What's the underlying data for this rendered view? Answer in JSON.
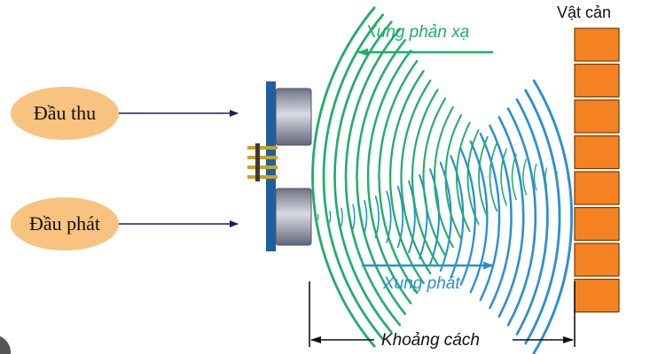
{
  "labels": {
    "receiver": "Đầu thu",
    "transmitter": "Đầu phát",
    "obstacle": "Vật cản",
    "reflected_wave": "Xung phản xạ",
    "emitted_wave": "Xung phát",
    "distance": "Khoảng cách"
  },
  "colors": {
    "oval_fill": "#f8c27f",
    "reflected": "#1fae6a",
    "emitted": "#2a8fd4",
    "brick_fill": "#f58220",
    "brick_stroke": "#7a3a00",
    "arrow_dark": "#1a1f5c"
  }
}
